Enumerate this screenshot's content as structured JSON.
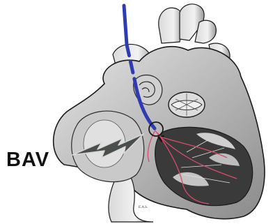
{
  "label": {
    "text": "BAV"
  },
  "signature": {
    "text": "E.A.S."
  },
  "colors": {
    "catheter": "#2f3bb0",
    "arrow": "#4a4f4c",
    "conduction": "#d94b6a",
    "outline": "#1a1a1a"
  },
  "icons": {
    "catheter": "catheter-line",
    "arrow": "lightning-arrow",
    "node": "av-node-circle"
  }
}
